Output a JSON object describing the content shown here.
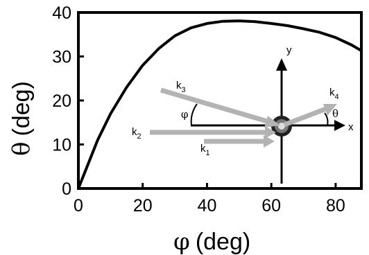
{
  "chart_data": {
    "type": "line",
    "title": "",
    "xlabel": {
      "symbol": "φ",
      "unit": "(deg)"
    },
    "ylabel": {
      "symbol": "θ",
      "unit": "(deg)"
    },
    "xlim": [
      0,
      88
    ],
    "ylim": [
      0,
      40
    ],
    "xticks": [
      "0",
      "20",
      "40",
      "60",
      "80"
    ],
    "yticks": [
      "0",
      "10",
      "20",
      "30",
      "40"
    ],
    "grid": false,
    "series": [
      {
        "color": "#000000",
        "x": [
          0,
          3,
          6,
          10,
          15,
          20,
          25,
          30,
          35,
          40,
          45,
          50,
          55,
          60,
          65,
          70,
          75,
          80,
          85,
          88
        ],
        "y": [
          0,
          5.5,
          11.0,
          17.0,
          23.0,
          28.0,
          31.8,
          34.7,
          36.5,
          37.5,
          38.0,
          38.1,
          37.9,
          37.5,
          37.0,
          36.3,
          35.5,
          34.3,
          32.6,
          31.3
        ]
      }
    ],
    "inset": {
      "axis_labels": {
        "x": "x",
        "y": "y"
      },
      "vectors": [
        {
          "label": "k",
          "sub": "1",
          "color": "#b3b3b3"
        },
        {
          "label": "k",
          "sub": "2",
          "color": "#b3b3b3"
        },
        {
          "label": "k",
          "sub": "3",
          "color": "#b3b3b3"
        },
        {
          "label": "k",
          "sub": "4",
          "color": "#b3b3b3"
        }
      ],
      "angles": {
        "phi": "φ",
        "theta": "θ"
      }
    }
  }
}
